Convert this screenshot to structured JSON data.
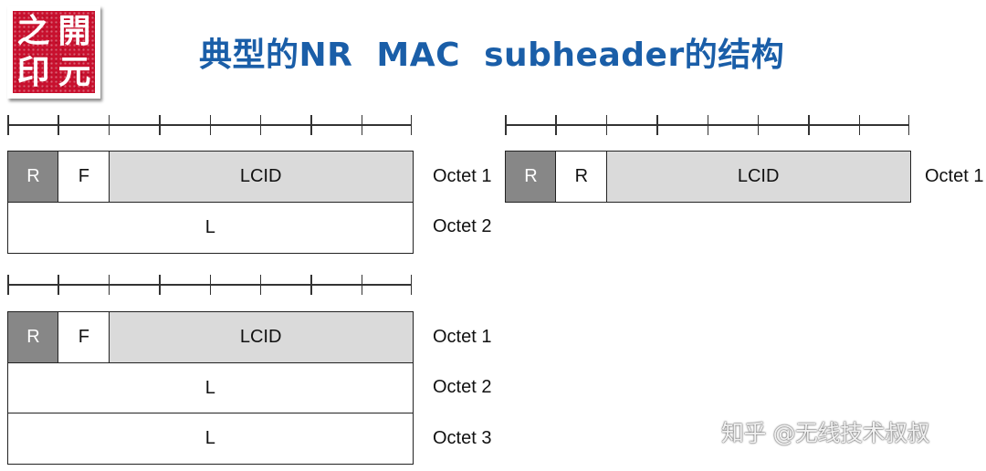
{
  "logo": {
    "chars": [
      "之",
      "開",
      "印",
      "元"
    ]
  },
  "title": "典型的NR  MAC  subheader的结构",
  "colors": {
    "title": "#1a5ea8",
    "reserved_field": "#878787",
    "lcid_field": "#dadada",
    "logo": "#c8102e"
  },
  "diagrams": [
    {
      "rows": [
        {
          "fields": [
            {
              "label": "R",
              "style": "dark"
            },
            {
              "label": "F",
              "style": "white"
            },
            {
              "label": "LCID",
              "style": "light"
            }
          ],
          "octet": "Octet 1"
        },
        {
          "fields": [
            {
              "label": "L",
              "style": "white"
            }
          ],
          "octet": "Octet 2"
        }
      ]
    },
    {
      "rows": [
        {
          "fields": [
            {
              "label": "R",
              "style": "dark"
            },
            {
              "label": "R",
              "style": "white"
            },
            {
              "label": "LCID",
              "style": "light"
            }
          ],
          "octet": "Octet 1"
        }
      ]
    },
    {
      "rows": [
        {
          "fields": [
            {
              "label": "R",
              "style": "dark"
            },
            {
              "label": "F",
              "style": "white"
            },
            {
              "label": "LCID",
              "style": "light"
            }
          ],
          "octet": "Octet 1"
        },
        {
          "fields": [
            {
              "label": "L",
              "style": "white"
            }
          ],
          "octet": "Octet 2"
        },
        {
          "fields": [
            {
              "label": "L",
              "style": "white"
            }
          ],
          "octet": "Octet 3"
        }
      ]
    }
  ],
  "watermark": "知乎 @无线技术叔叔"
}
